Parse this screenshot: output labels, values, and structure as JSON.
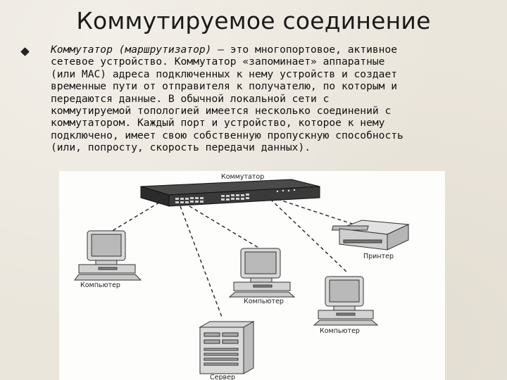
{
  "slide": {
    "title": "Коммутируемое соединение",
    "bullet_term": "Коммутатор (маршрутизатор)",
    "bullet_lines": [
      " — это многопортовое, активное",
      "сетевое устройство. Коммутатор «запоминает» аппаратные",
      "(или MAC) адреса подключенных к нему устройств и создает",
      "временные пути от отправителя к получателю, по которым и",
      "передаются данные. В обычной локальной сети с",
      "коммутируемой топологией имеется несколько соединений с",
      "коммутатором. Каждый порт и устройство, которое к нему",
      "подключено, имеет свою собственную пропускную способность",
      "(или, попросту, скорость передачи данных)."
    ]
  },
  "diagram": {
    "switch_label": "Коммутатор",
    "printer_label": "Принтер",
    "computer_left_label": "Компьютер",
    "computer_center_label": "Компьютер",
    "computer_right_label": "Компьютер",
    "server_label": "Сервер"
  }
}
